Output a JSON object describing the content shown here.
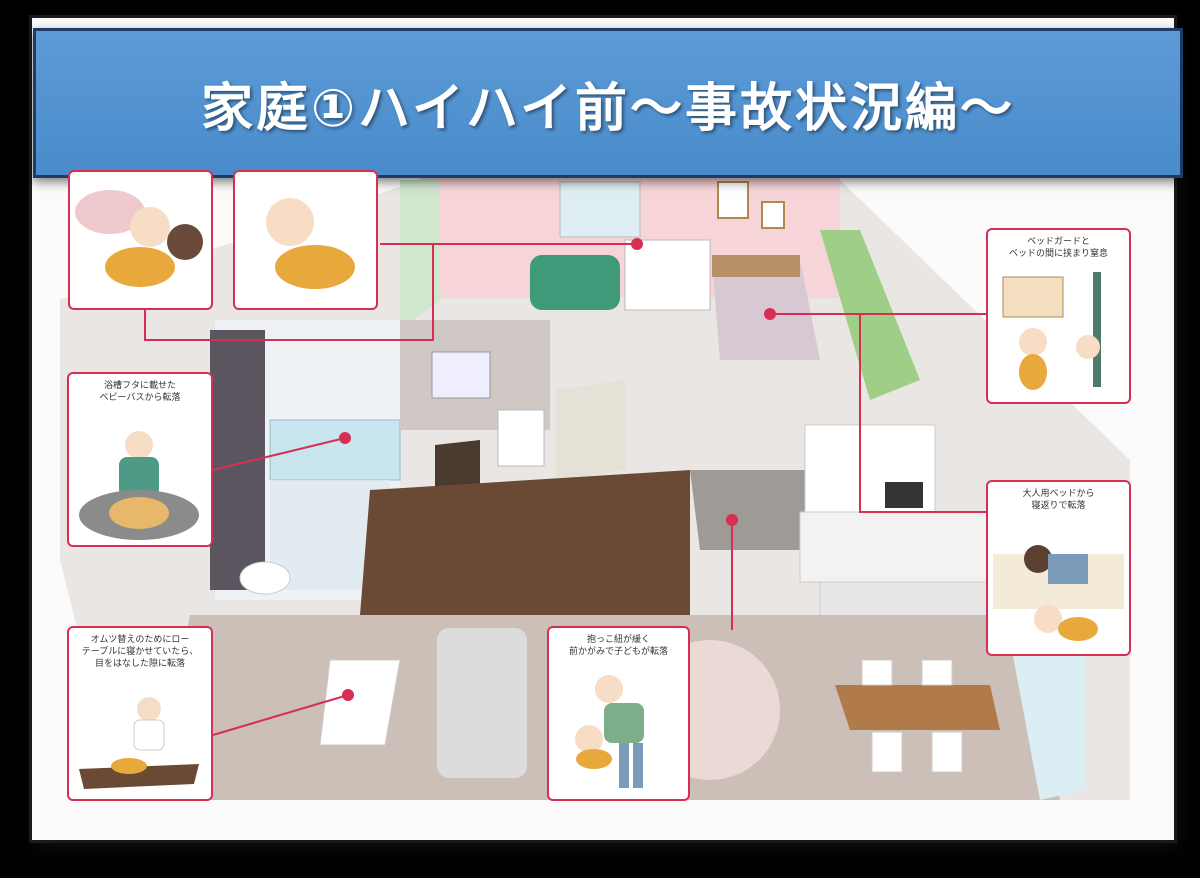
{
  "title": "家庭①ハイハイ前〜事故状況編〜",
  "colors": {
    "banner": "#5b9bd6",
    "banner_border": "#1d3d66",
    "callout_border": "#d62f53",
    "connector": "#d62f53"
  },
  "callouts": {
    "bath": "浴槽フタに載せた\nベビーバスから転落",
    "bed_guard": "ベッドガードと\nベッドの間に挟まり窒息",
    "adult_bed": "大人用ベッドから\n寝返りで転落",
    "table": "オムツ替えのためにロー\nテーブルに寝かせていたら、\n目をはなした隙に転落",
    "carrier": "抱っこ紐が緩く\n前かがみで子どもが転落"
  }
}
